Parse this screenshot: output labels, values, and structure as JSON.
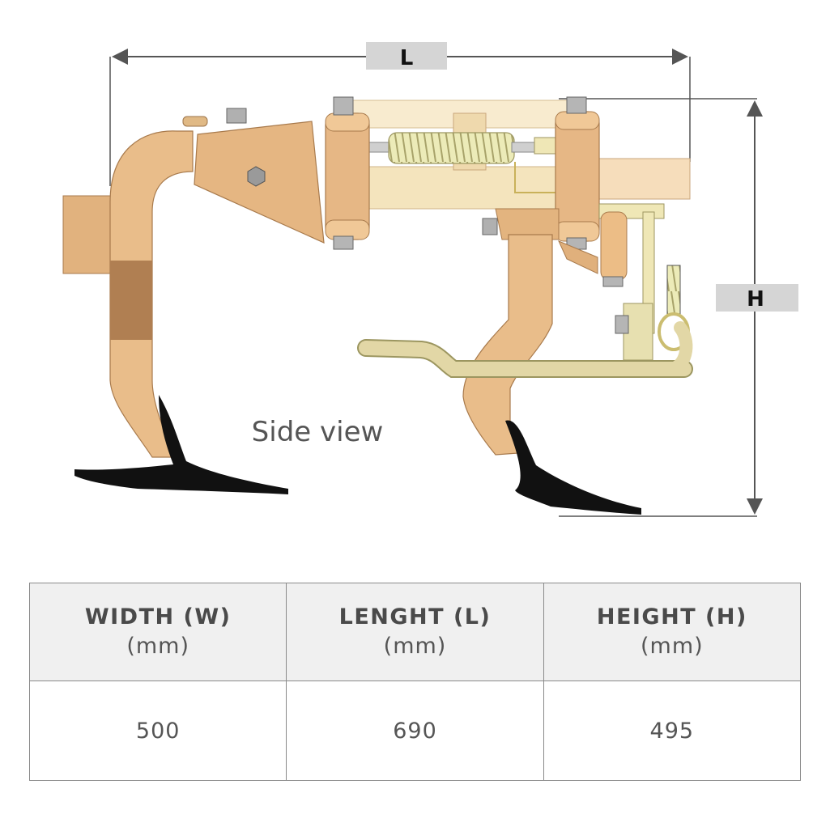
{
  "drawing": {
    "length_label": "L",
    "height_label": "H",
    "caption": "Side view",
    "colors": {
      "body": "#e9bd8a",
      "body_shade": "#c99a68",
      "body_dark": "#a8774a",
      "frame": "#f4dfb8",
      "spring": "#e6e2a8",
      "shoe": "#111111",
      "rod": "#e2d7a6",
      "dim_line": "#555555",
      "label_box": "#d5d5d5"
    }
  },
  "table": {
    "headers": [
      {
        "title": "WIDTH (W)",
        "unit": "(mm)"
      },
      {
        "title": "LENGHT (L)",
        "unit": "(mm)"
      },
      {
        "title": "HEIGHT (H)",
        "unit": "(mm)"
      }
    ],
    "values": [
      "500",
      "690",
      "495"
    ]
  }
}
